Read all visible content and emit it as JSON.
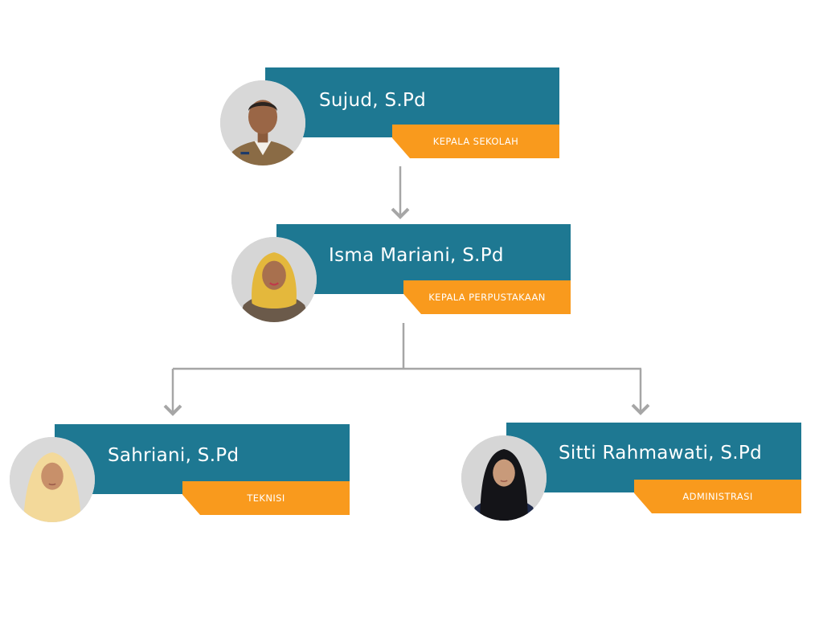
{
  "org_chart": {
    "nodes": [
      {
        "id": "head",
        "name": "Sujud, S.Pd",
        "role": "KEPALA SEKOLAH",
        "photo": "male-uniform-photo"
      },
      {
        "id": "librarian",
        "name": "Isma Mariani, S.Pd",
        "role": "KEPALA PERPUSTAKAAN",
        "photo": "female-hijab-yellow-photo"
      },
      {
        "id": "technician",
        "name": "Sahriani, S.Pd",
        "role": "TEKNISI",
        "photo": "female-hijab-cream-photo"
      },
      {
        "id": "admin",
        "name": "Sitti Rahmawati, S.Pd",
        "role": "ADMINISTRASI",
        "photo": "female-hijab-black-photo"
      }
    ],
    "edges": [
      {
        "from": "head",
        "to": "librarian"
      },
      {
        "from": "librarian",
        "to": "technician"
      },
      {
        "from": "librarian",
        "to": "admin"
      }
    ]
  },
  "colors": {
    "name_bar": "#1e7892",
    "role_tag": "#f99a1d",
    "connector": "#a6a6a6",
    "avatar_bg": "#d6d6d6"
  }
}
